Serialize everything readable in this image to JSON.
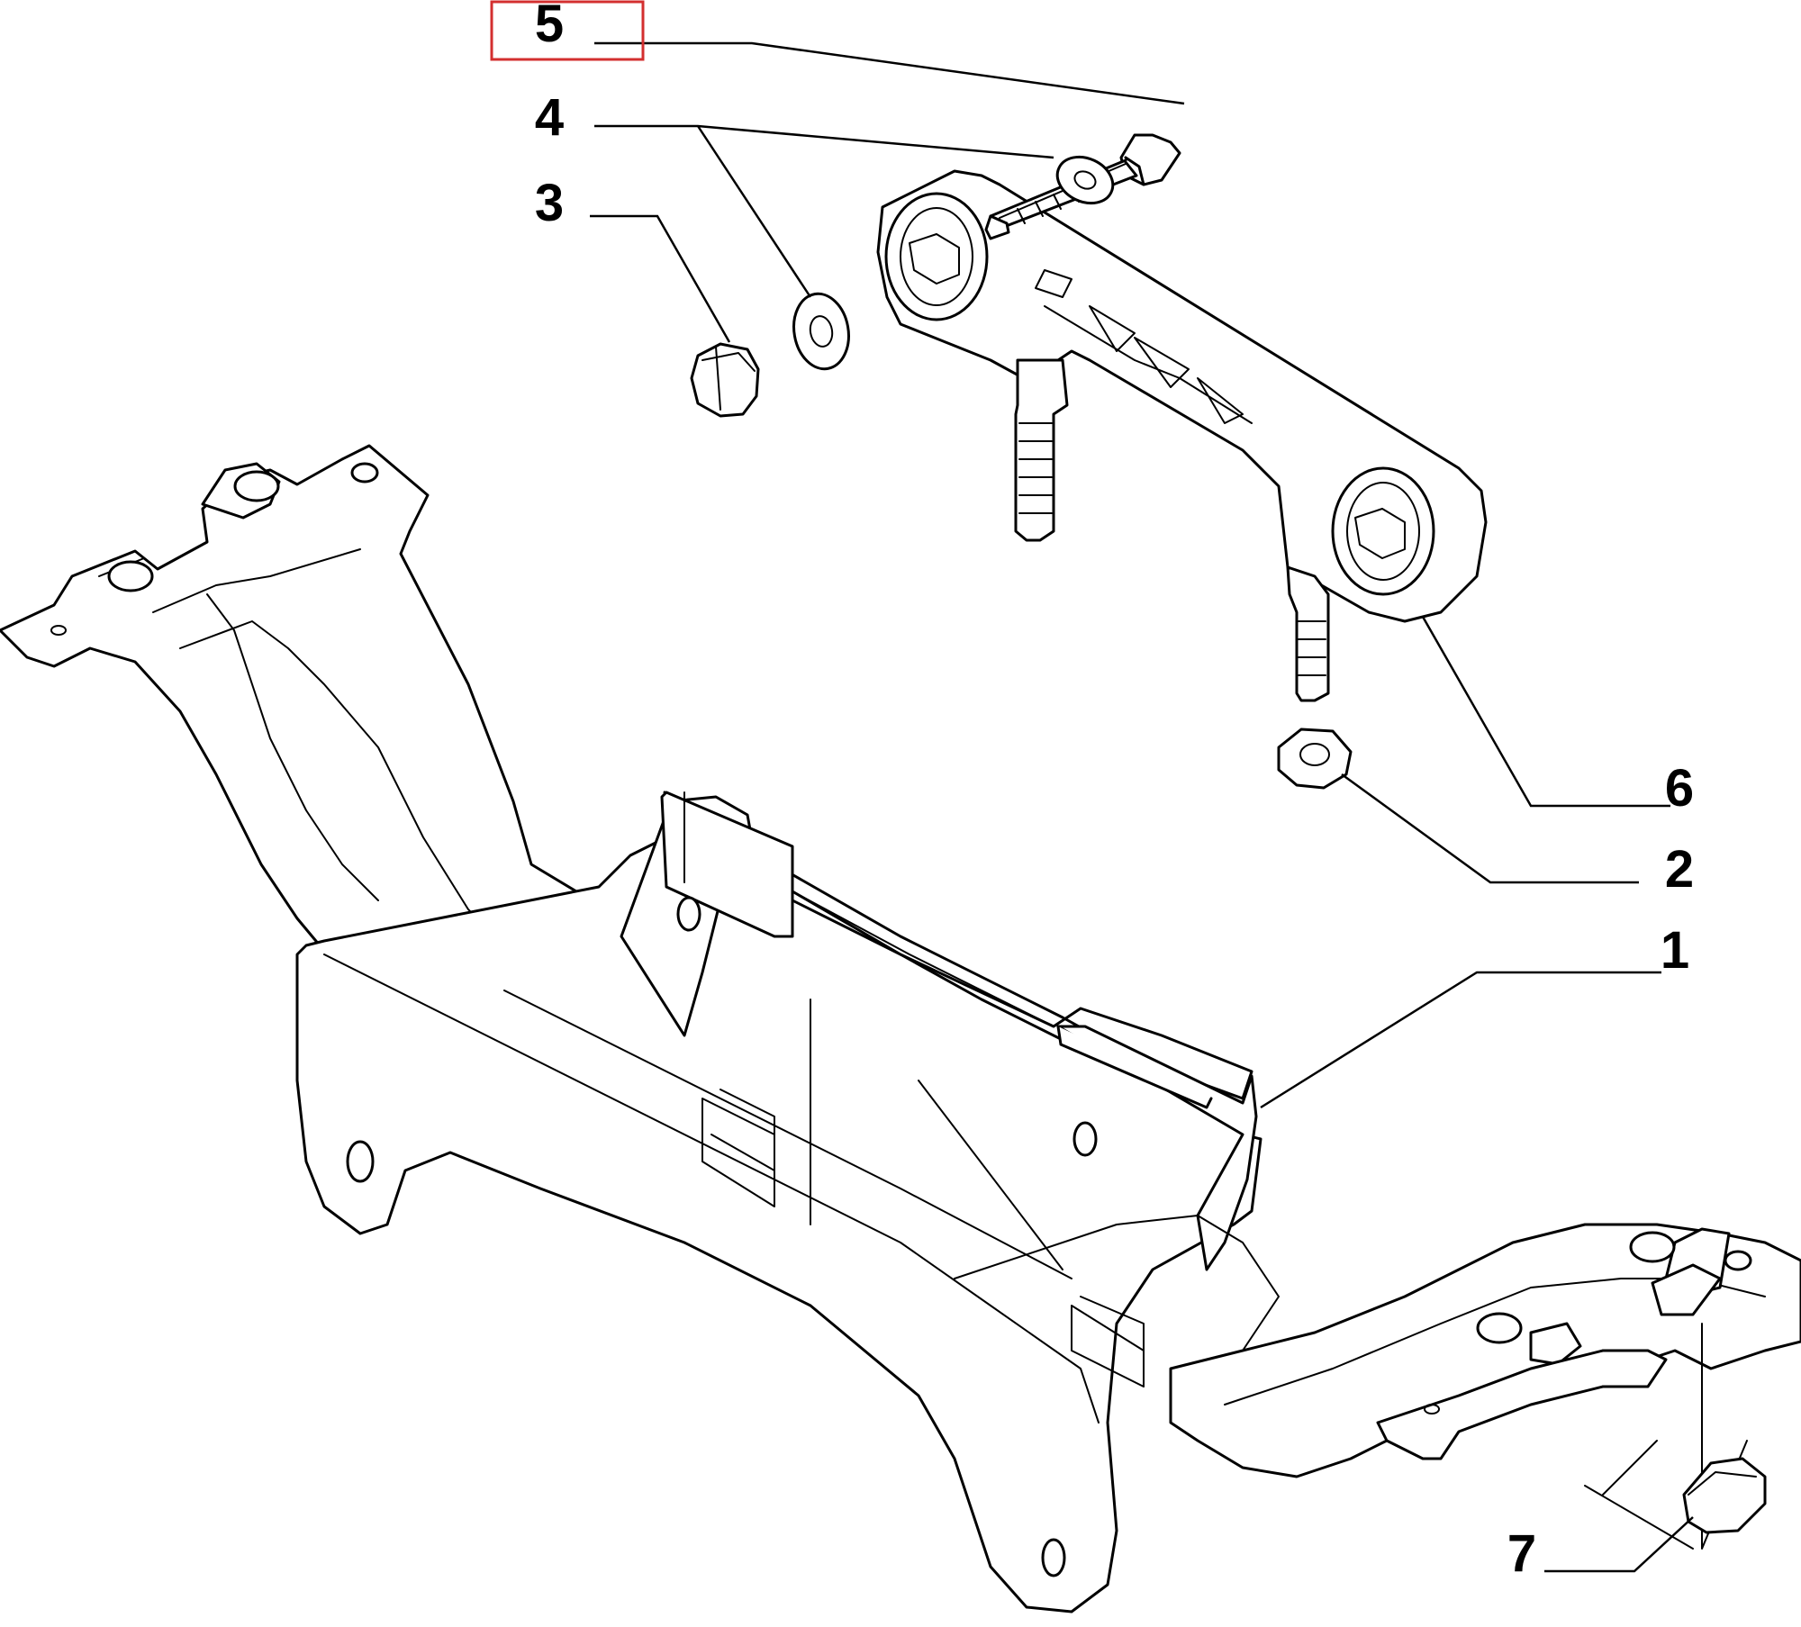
{
  "callouts": [
    {
      "id": "5",
      "label": "5",
      "highlighted": true
    },
    {
      "id": "4",
      "label": "4",
      "highlighted": false
    },
    {
      "id": "3",
      "label": "3",
      "highlighted": false
    },
    {
      "id": "6",
      "label": "6",
      "highlighted": false
    },
    {
      "id": "2",
      "label": "2",
      "highlighted": false
    },
    {
      "id": "1",
      "label": "1",
      "highlighted": false
    },
    {
      "id": "7",
      "label": "7",
      "highlighted": false
    }
  ],
  "colors": {
    "line": "#000000",
    "background": "#ffffff",
    "highlight": "#d32f2f"
  }
}
